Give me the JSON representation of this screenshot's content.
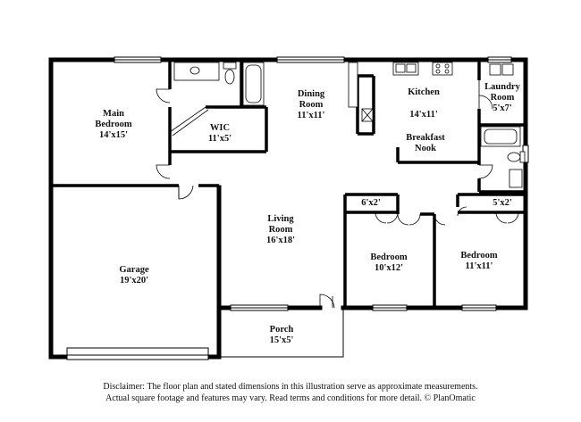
{
  "rooms": {
    "main_bedroom": {
      "name": "Main\nBedroom",
      "dim": "14'x15'"
    },
    "wic": {
      "name": "WIC",
      "dim": "11'x5'"
    },
    "dining": {
      "name": "Dining\nRoom",
      "dim": "11'x11'"
    },
    "kitchen": {
      "name": "Kitchen",
      "dim": "14'x11'"
    },
    "breakfast": {
      "name": "Breakfast\nNook"
    },
    "laundry": {
      "name": "Laundry\nRoom",
      "dim": "5'x7'"
    },
    "living": {
      "name": "Living\nRoom",
      "dim": "16'x18'"
    },
    "garage": {
      "name": "Garage",
      "dim": "19'x20'"
    },
    "closet_left": {
      "dim": "6'x2'"
    },
    "closet_right": {
      "dim": "5'x2'"
    },
    "bedroom_mid": {
      "name": "Bedroom",
      "dim": "10'x12'"
    },
    "bedroom_right": {
      "name": "Bedroom",
      "dim": "11'x11'"
    },
    "porch": {
      "name": "Porch",
      "dim": "15'x5'"
    }
  },
  "disclaimer": {
    "line1": "Disclaimer: The floor plan and stated dimensions in this illustration serve as approximate measurements.",
    "line2": "Actual square footage and features may vary. Read terms and conditions for more detail. © PlanOmatic"
  }
}
